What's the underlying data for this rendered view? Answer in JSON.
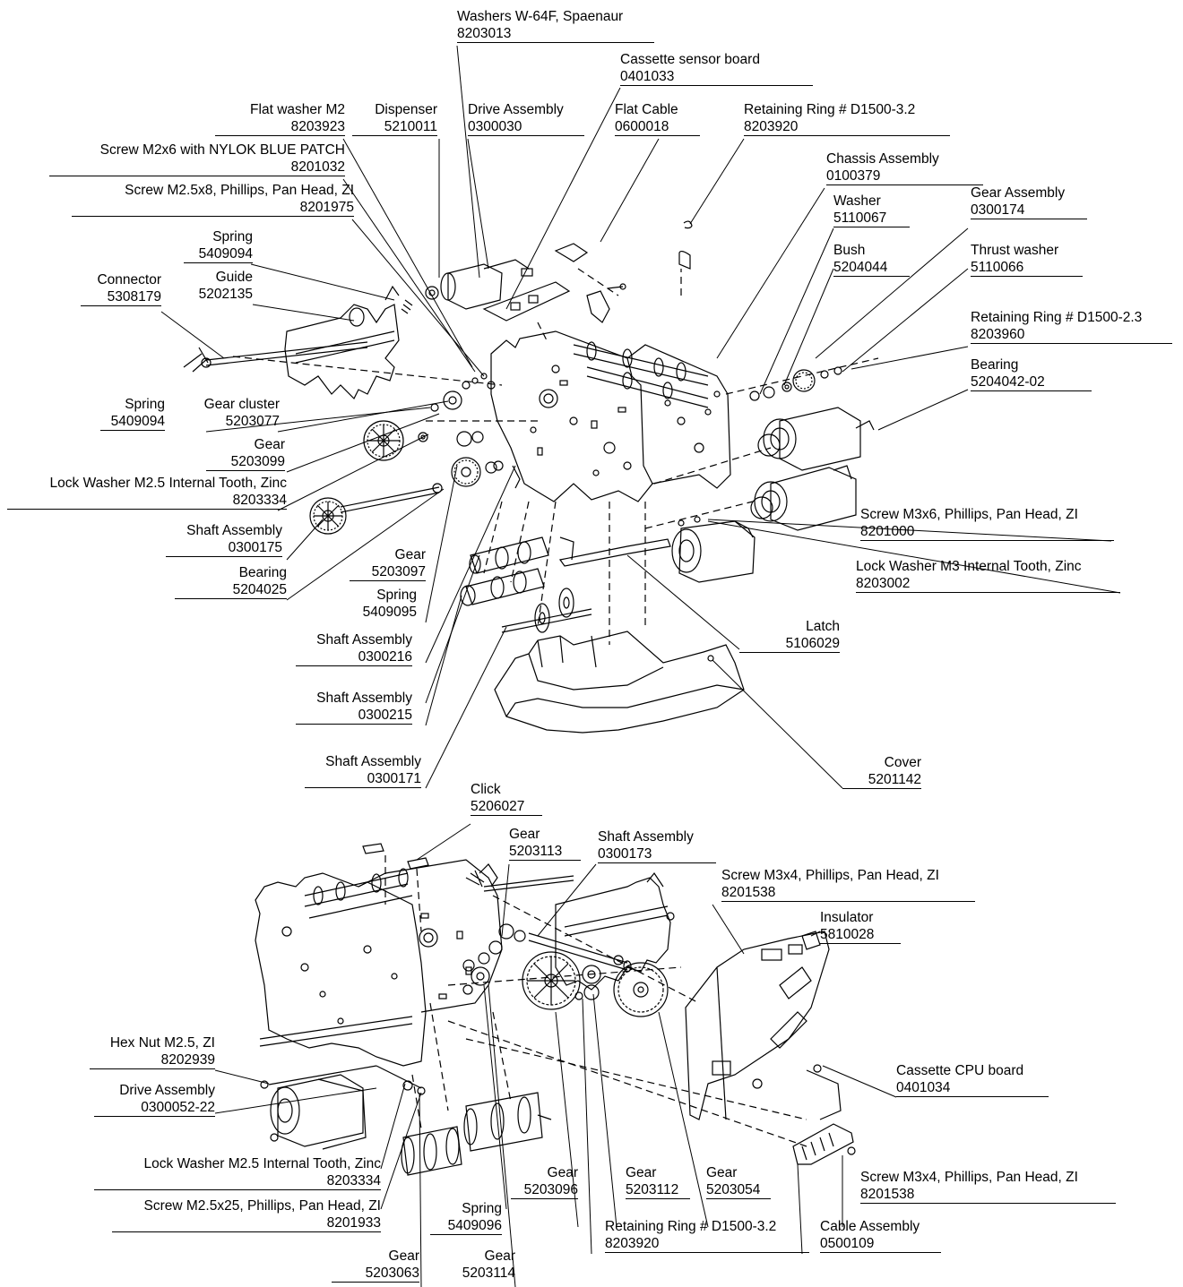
{
  "labels": [
    {
      "id": "washers-w64f",
      "name": "Washers W-64F, Spaenaur",
      "part": "8203013"
    },
    {
      "id": "cassette-sensor-board",
      "name": "Cassette sensor board",
      "part": "0401033"
    },
    {
      "id": "flat-washer-m2",
      "name": "Flat washer M2",
      "part": "8203923"
    },
    {
      "id": "dispenser",
      "name": "Dispenser",
      "part": "5210011"
    },
    {
      "id": "drive-assembly-1",
      "name": "Drive Assembly",
      "part": "0300030"
    },
    {
      "id": "flat-cable",
      "name": "Flat Cable",
      "part": "0600018"
    },
    {
      "id": "retaining-ring-1",
      "name": "Retaining Ring # D1500-3.2",
      "part": "8203920"
    },
    {
      "id": "screw-m2x6",
      "name": "Screw M2x6 with NYLOK BLUE PATCH",
      "part": "8201032"
    },
    {
      "id": "chassis-assembly",
      "name": "Chassis Assembly",
      "part": "0100379"
    },
    {
      "id": "screw-m25x8",
      "name": "Screw M2.5x8, Phillips, Pan Head, ZI",
      "part": "8201975"
    },
    {
      "id": "washer",
      "name": "Washer",
      "part": "5110067"
    },
    {
      "id": "gear-assembly",
      "name": "Gear Assembly",
      "part": "0300174"
    },
    {
      "id": "spring-top",
      "name": "Spring",
      "part": "5409094"
    },
    {
      "id": "bush",
      "name": "Bush",
      "part": "5204044"
    },
    {
      "id": "thrust-washer",
      "name": "Thrust washer",
      "part": "5110066"
    },
    {
      "id": "connector",
      "name": "Connector",
      "part": "5308179"
    },
    {
      "id": "guide",
      "name": "Guide",
      "part": "5202135"
    },
    {
      "id": "retaining-ring-2",
      "name": "Retaining Ring # D1500-2.3",
      "part": "8203960"
    },
    {
      "id": "bearing-2",
      "name": "Bearing",
      "part": "5204042-02"
    },
    {
      "id": "spring-left",
      "name": "Spring",
      "part": "5409094"
    },
    {
      "id": "gear-cluster",
      "name": "Gear cluster",
      "part": "5203077"
    },
    {
      "id": "gear-1",
      "name": "Gear",
      "part": "5203099"
    },
    {
      "id": "lock-washer-1",
      "name": "Lock Washer M2.5 Internal Tooth, Zinc",
      "part": "8203334"
    },
    {
      "id": "shaft-0300175",
      "name": "Shaft Assembly",
      "part": "0300175"
    },
    {
      "id": "screw-m3x6",
      "name": "Screw M3x6, Phillips, Pan Head, ZI",
      "part": "8201000"
    },
    {
      "id": "bearing-1",
      "name": "Bearing",
      "part": "5204025"
    },
    {
      "id": "lock-washer-m3",
      "name": "Lock Washer M3 Internal Tooth, Zinc",
      "part": "8203002"
    },
    {
      "id": "gear-2",
      "name": "Gear",
      "part": "5203097"
    },
    {
      "id": "spring-mid",
      "name": "Spring",
      "part": "5409095"
    },
    {
      "id": "latch",
      "name": "Latch",
      "part": "5106029"
    },
    {
      "id": "shaft-0300216",
      "name": "Shaft Assembly",
      "part": "0300216"
    },
    {
      "id": "shaft-0300215",
      "name": "Shaft Assembly",
      "part": "0300215"
    },
    {
      "id": "shaft-0300171",
      "name": "Shaft Assembly",
      "part": "0300171"
    },
    {
      "id": "cover",
      "name": "Cover",
      "part": "5201142"
    },
    {
      "id": "click",
      "name": "Click",
      "part": "5206027"
    },
    {
      "id": "gear-5203113",
      "name": "Gear",
      "part": "5203113"
    },
    {
      "id": "shaft-0300173",
      "name": "Shaft Assembly",
      "part": "0300173"
    },
    {
      "id": "screw-m3x4-1",
      "name": "Screw M3x4, Phillips, Pan Head, ZI",
      "part": "8201538"
    },
    {
      "id": "insulator",
      "name": "Insulator",
      "part": "5810028"
    },
    {
      "id": "hex-nut",
      "name": "Hex Nut M2.5, ZI",
      "part": "8202939"
    },
    {
      "id": "cassette-cpu-board",
      "name": "Cassette CPU board",
      "part": "0401034"
    },
    {
      "id": "drive-assembly-2",
      "name": "Drive Assembly",
      "part": "0300052-22"
    },
    {
      "id": "lock-washer-2",
      "name": "Lock Washer M2.5 Internal Tooth, Zinc",
      "part": "8203334"
    },
    {
      "id": "gear-5203096",
      "name": "Gear",
      "part": "5203096"
    },
    {
      "id": "gear-5203112",
      "name": "Gear",
      "part": "5203112"
    },
    {
      "id": "gear-5203054",
      "name": "Gear",
      "part": "5203054"
    },
    {
      "id": "screw-m3x4-2",
      "name": "Screw M3x4, Phillips, Pan Head, ZI",
      "part": "8201538"
    },
    {
      "id": "screw-m25x25",
      "name": "Screw M2.5x25, Phillips, Pan Head, ZI",
      "part": "8201933"
    },
    {
      "id": "spring-bottom",
      "name": "Spring",
      "part": "5409096"
    },
    {
      "id": "retaining-ring-3",
      "name": "Retaining Ring # D1500-3.2",
      "part": "8203920"
    },
    {
      "id": "cable-assembly",
      "name": "Cable Assembly",
      "part": "0500109"
    },
    {
      "id": "gear-5203063",
      "name": "Gear",
      "part": "5203063"
    },
    {
      "id": "gear-5203114",
      "name": "Gear",
      "part": "5203114"
    }
  ]
}
